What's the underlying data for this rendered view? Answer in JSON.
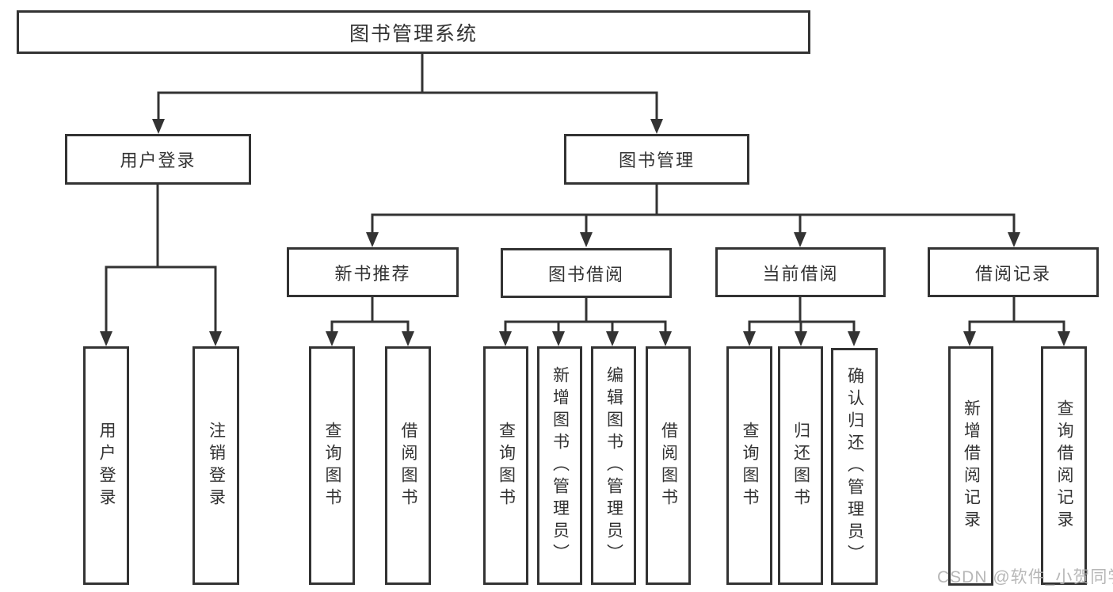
{
  "diagram": {
    "root": {
      "label": "图书管理系统"
    },
    "level2": [
      {
        "label": "用户登录"
      },
      {
        "label": "图书管理"
      }
    ],
    "level3": [
      {
        "label": "新书推荐"
      },
      {
        "label": "图书借阅"
      },
      {
        "label": "当前借阅"
      },
      {
        "label": "借阅记录"
      }
    ],
    "leaves": [
      {
        "label": "用户登录"
      },
      {
        "label": "注销登录"
      },
      {
        "label": "查询图书"
      },
      {
        "label": "借阅图书"
      },
      {
        "label": "查询图书"
      },
      {
        "label": "新增图书（管理员）"
      },
      {
        "label": "编辑图书（管理员）"
      },
      {
        "label": "借阅图书"
      },
      {
        "label": "查询图书"
      },
      {
        "label": "归还图书"
      },
      {
        "label": "确认归还（管理员）"
      },
      {
        "label": "新增借阅记录"
      },
      {
        "label": "查询借阅记录"
      }
    ]
  },
  "watermark": {
    "text": "CSDN @软件_小贺同学"
  },
  "colors": {
    "line": "#333333",
    "text": "#333333",
    "background": "#ffffff",
    "watermark": "#b0b0b0"
  }
}
